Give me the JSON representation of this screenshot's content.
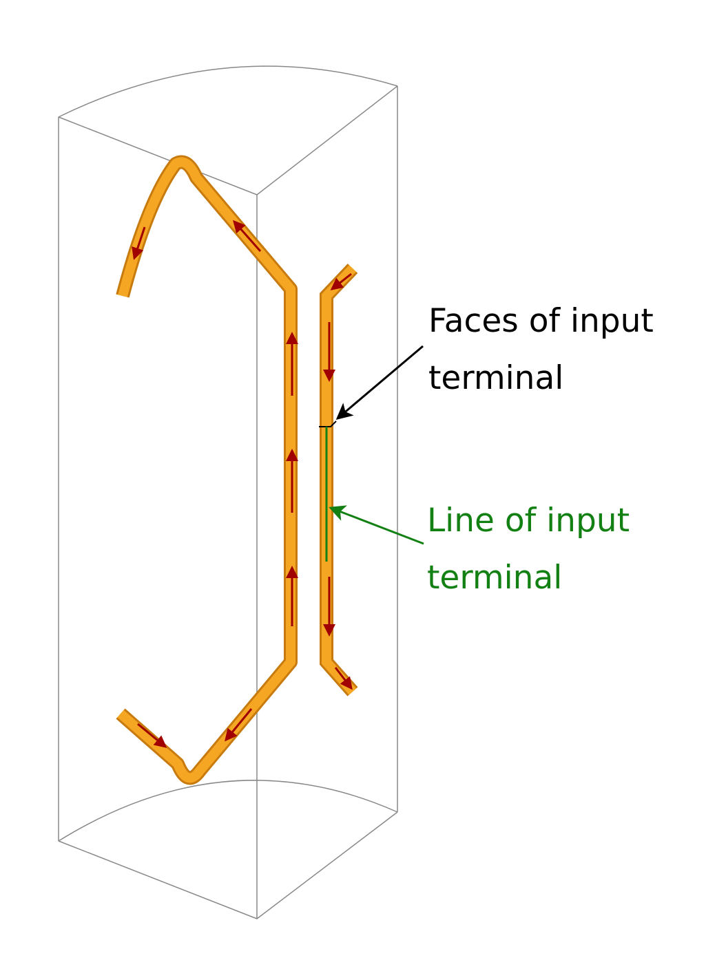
{
  "annotations": {
    "faces_label": [
      "Faces of input",
      "terminal"
    ],
    "line_label": [
      "Line of input",
      "terminal"
    ]
  },
  "colors": {
    "conductor": "#f5a623",
    "current_arrow": "#a00000",
    "faces_annotation": "#000000",
    "line_annotation": "#138013",
    "domain_outline": "#888888"
  }
}
